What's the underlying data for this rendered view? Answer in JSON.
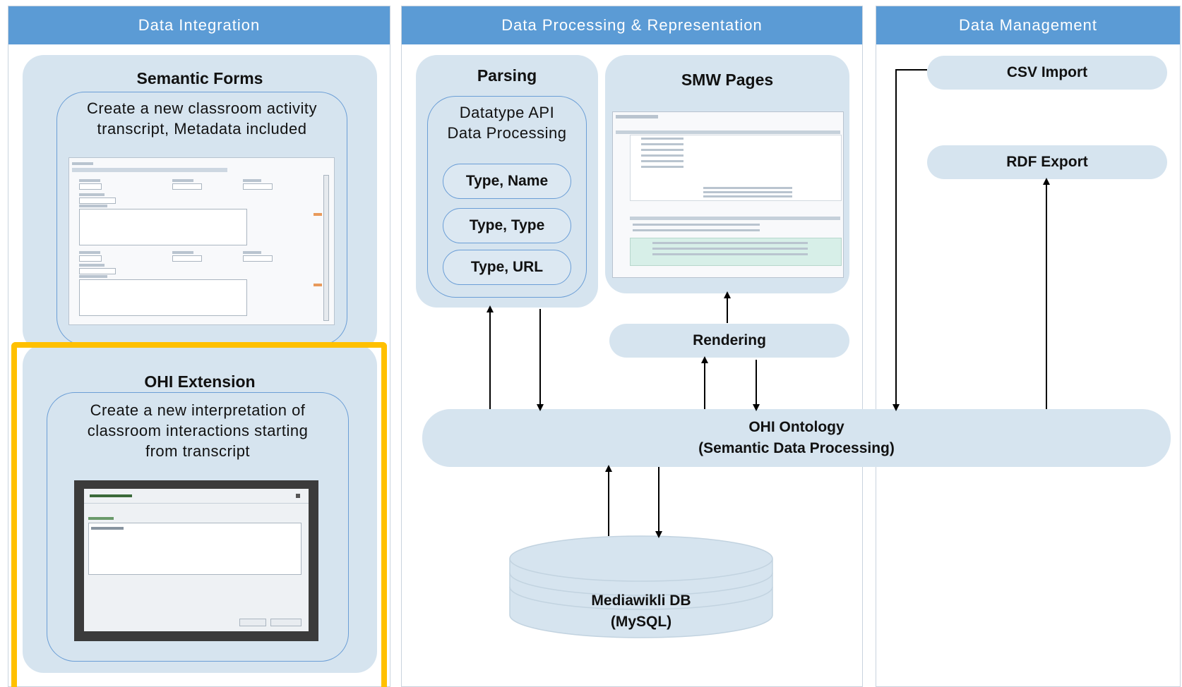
{
  "columns": {
    "integration": "Data Integration",
    "processing": "Data Processing & Representation",
    "management": "Data Management"
  },
  "semantic_forms": {
    "title": "Semantic Forms",
    "line1": "Create a new classroom activity",
    "line2": "transcript, Metadata included"
  },
  "ohi_extension": {
    "title": "OHI Extension",
    "line1": "Create a new interpretation of",
    "line2": "classroom interactions starting",
    "line3": "from transcript"
  },
  "parsing": {
    "title": "Parsing",
    "line1": "Datatype API",
    "line2": "Data Processing",
    "items": [
      "Type, Name",
      "Type, Type",
      "Type, URL"
    ]
  },
  "smw_pages": {
    "title": "SMW Pages"
  },
  "rendering": {
    "label": "Rendering"
  },
  "ontology": {
    "line1": "OHI Ontology",
    "line2": "(Semantic Data Processing)"
  },
  "database": {
    "line1": "Mediawikli DB",
    "line2": "(MySQL)"
  },
  "csv_import": {
    "label": "CSV Import"
  },
  "rdf_export": {
    "label": "RDF Export"
  },
  "colors": {
    "header": "#5b9bd5",
    "panel": "#d6e4ef",
    "highlight": "#ffc000",
    "arrow": "#000000"
  }
}
